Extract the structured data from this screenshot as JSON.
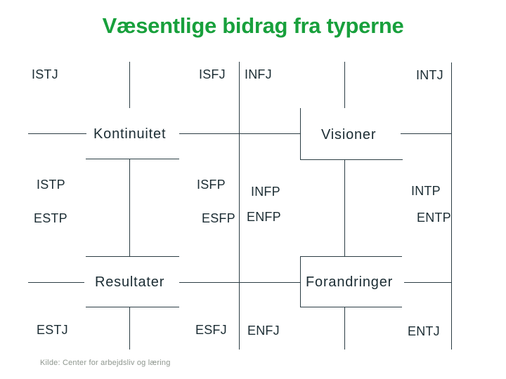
{
  "title": {
    "text": "Væsentlige bidrag fra typerne"
  },
  "footer": {
    "text": "Kilde: Center for arbejdsliv og læring"
  },
  "colors": {
    "accent": "#18A03C",
    "ink": "#1B2C33",
    "line": "#2B3D44",
    "muted": "#8E968E",
    "bg": "#FFFFFF"
  },
  "types": {
    "istj": "ISTJ",
    "isfj": "ISFJ",
    "infj": "INFJ",
    "intj": "INTJ",
    "istp": "ISTP",
    "isfp": "ISFP",
    "infp": "INFP",
    "intp": "INTP",
    "estp": "ESTP",
    "esfp": "ESFP",
    "enfp": "ENFP",
    "entp": "ENTP",
    "estj": "ESTJ",
    "esfj": "ESFJ",
    "enfj": "ENFJ",
    "entj": "ENTJ"
  },
  "quadrants": {
    "kontinuitet": "Kontinuitet",
    "visioner": "Visioner",
    "resultater": "Resultater",
    "forandringer": "Forandringer"
  }
}
